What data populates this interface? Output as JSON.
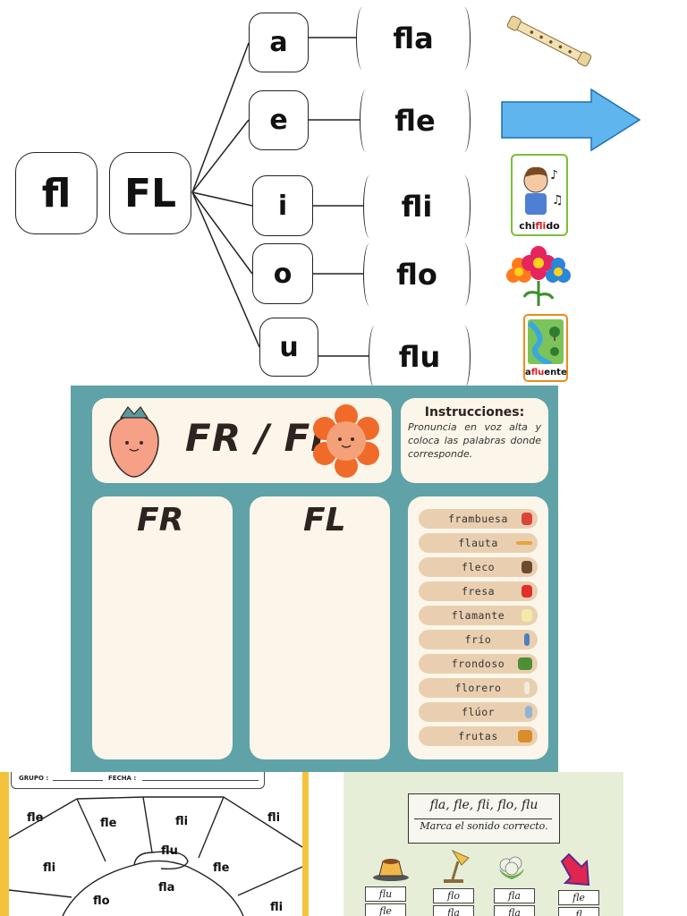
{
  "diagram": {
    "lower_label": "fl",
    "upper_label": "FL",
    "vowels": [
      "a",
      "e",
      "i",
      "o",
      "u"
    ],
    "syllables": [
      "fla",
      "fle",
      "fli",
      "flo",
      "flu"
    ],
    "card_chiflido": {
      "prefix": "chi",
      "mid": "fli",
      "suffix": "do"
    },
    "card_afluente": {
      "prefix": "a",
      "mid": "flu",
      "suffix": "ente"
    },
    "icons": [
      "flute-icon",
      "arrow-right-icon",
      "boy-whistling-icon",
      "flowers-icon",
      "river-map-icon"
    ],
    "colors": {
      "arrow": "#5fb6ee",
      "card_border": "#7bbf3a",
      "mid_text": "#e11b22"
    }
  },
  "poster": {
    "title": "FR / FL",
    "instructions_title": "Instrucciones:",
    "instructions_text": "Pronuncia en voz alta y coloca las palabras donde corresponde.",
    "col_fr": "FR",
    "col_fl": "FL",
    "words": [
      "frambuesa",
      "flauta",
      "fleco",
      "fresa",
      "flamante",
      "frío",
      "frondoso",
      "florero",
      "flúor",
      "frutas"
    ],
    "colors": {
      "background": "#5fa2a8",
      "panel": "#fbf6e9",
      "pill": "#e9cfb0"
    }
  },
  "worksheet": {
    "grupo": "GRUPO :",
    "fecha": "FECHA :",
    "labels": [
      "fle",
      "fle",
      "fli",
      "fli",
      "flu",
      "fli",
      "fle",
      "fla",
      "flo",
      "fli"
    ]
  },
  "practice": {
    "title": "fla, fle, fli, flo, flu",
    "subtitle": "Marca el sonido correcto.",
    "cells": [
      "flu",
      "flo",
      "fla",
      "fle"
    ],
    "cells_row2": [
      "fle",
      "fla",
      "fla",
      "fl"
    ]
  }
}
